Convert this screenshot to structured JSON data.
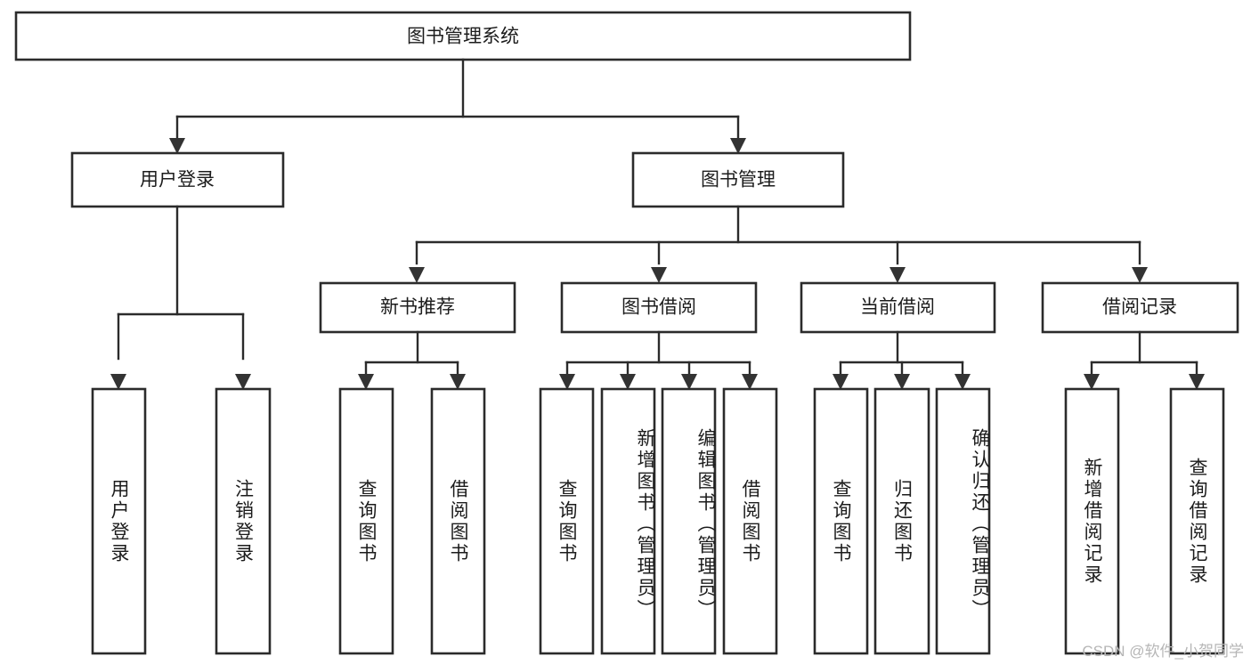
{
  "diagram": {
    "title": "图书管理系统",
    "type": "tree",
    "watermark": "CSDN @软件_小贺同学",
    "colors": {
      "background": "#ffffff",
      "box_stroke": "#2b2b2b",
      "box_fill": "#ffffff",
      "text": "#1c1c1c",
      "arrow": "#333333",
      "watermark": "#b6b6b6"
    },
    "levels": {
      "root": {
        "label": "图书管理系统"
      },
      "level2": [
        {
          "id": "user-login",
          "label": "用户登录"
        },
        {
          "id": "book-management",
          "label": "图书管理"
        }
      ],
      "level3": [
        {
          "id": "new-book-recommend",
          "label": "新书推荐",
          "parent": "book-management"
        },
        {
          "id": "book-borrow",
          "label": "图书借阅",
          "parent": "book-management"
        },
        {
          "id": "current-borrow",
          "label": "当前借阅",
          "parent": "book-management"
        },
        {
          "id": "borrow-record",
          "label": "借阅记录",
          "parent": "book-management"
        }
      ],
      "leaves": [
        {
          "id": "leaf-user-login",
          "label": "用户登录",
          "parent": "user-login"
        },
        {
          "id": "leaf-logout",
          "label": "注销登录",
          "parent": "user-login"
        },
        {
          "id": "leaf-query-book-1",
          "label": "查询图书",
          "parent": "new-book-recommend"
        },
        {
          "id": "leaf-borrow-book-1",
          "label": "借阅图书",
          "parent": "new-book-recommend"
        },
        {
          "id": "leaf-query-book-2",
          "label": "查询图书",
          "parent": "book-borrow"
        },
        {
          "id": "leaf-add-book",
          "label": "新增图书（管理员）",
          "parent": "book-borrow"
        },
        {
          "id": "leaf-edit-book",
          "label": "编辑图书（管理员）",
          "parent": "book-borrow"
        },
        {
          "id": "leaf-borrow-book-2",
          "label": "借阅图书",
          "parent": "book-borrow"
        },
        {
          "id": "leaf-query-book-3",
          "label": "查询图书",
          "parent": "current-borrow"
        },
        {
          "id": "leaf-return-book",
          "label": "归还图书",
          "parent": "current-borrow"
        },
        {
          "id": "leaf-confirm-return",
          "label": "确认归还（管理员）",
          "parent": "current-borrow"
        },
        {
          "id": "leaf-add-record",
          "label": "新增借阅记录",
          "parent": "borrow-record"
        },
        {
          "id": "leaf-query-record",
          "label": "查询借阅记录",
          "parent": "borrow-record"
        }
      ]
    }
  }
}
